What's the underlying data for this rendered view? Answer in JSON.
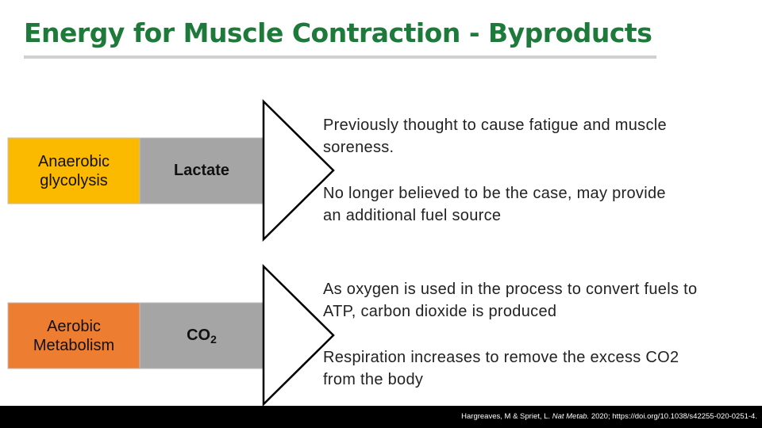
{
  "title": "Energy for Muscle Contraction - Byproducts",
  "colors": {
    "title": "#1e7a3a",
    "anaerobic_box": "#fbb900",
    "aerobic_box": "#ed7d31",
    "product_box": "#a5a5a5",
    "arrow": "#000000",
    "footer": "#000000"
  },
  "rows": [
    {
      "process": "Anaerobic glycolysis",
      "product": "Lactate",
      "notes": [
        "Previously thought to cause fatigue and muscle soreness.",
        "No longer believed to be the case, may provide an additional fuel source"
      ]
    },
    {
      "process": "Aerobic Metabolism",
      "product_main": "CO",
      "product_sub": "2",
      "notes": [
        "As oxygen is used in the process to convert fuels to ATP, carbon dioxide is produced",
        "Respiration increases to remove the excess CO2 from the body"
      ]
    }
  ],
  "citation": {
    "authors": "Hargreaves, M & Spriet, L. ",
    "journal": "Nat Metab.",
    "rest": " 2020; https://doi.org/10.1038/s42255-020-0251-4."
  }
}
